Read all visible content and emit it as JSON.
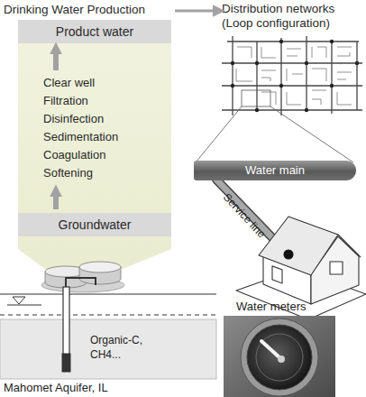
{
  "diagram": {
    "nodes": [
      {
        "text": [
          "Drinking Water Production"
        ]
      },
      {
        "text": [
          "Product water"
        ],
        "in": 0
      },
      {
        "text": [
          "Clear well",
          "Filtration",
          "Disinfection",
          "Sedimentation",
          "Coagulation",
          "Softening"
        ],
        "in": 0
      },
      {
        "text": [
          "Groundwater"
        ],
        "in": 0
      },
      {
        "text": [
          "Distribution networks (Loop configuration)"
        ]
      },
      {
        "text": [
          "Water main"
        ]
      }
    ],
    "edges": [
      {
        "from": 0,
        "to": 4,
        "arrow": "to"
      },
      {
        "from": 3,
        "to": 2,
        "arrow": "to"
      },
      {
        "from": 2,
        "to": 1,
        "arrow": "to"
      }
    ],
    "labels": [
      "Service line",
      "Water meters",
      "Organic-C, CH4...",
      "Mahomet Aquifer, IL"
    ]
  }
}
